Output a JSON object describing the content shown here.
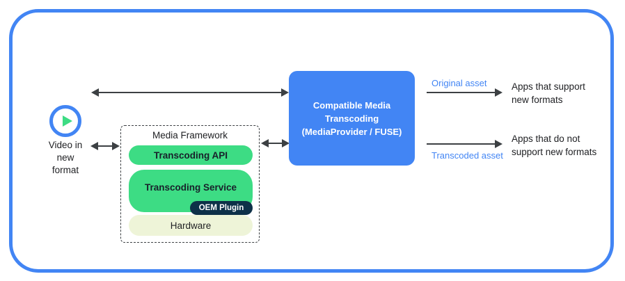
{
  "diagram": {
    "frame": {
      "border_color": "#4285f4"
    },
    "source": {
      "icon": "play-circle-icon",
      "label_line1": "Video in",
      "label_line2": "new",
      "label_line3": "format"
    },
    "media_framework": {
      "title": "Media Framework",
      "items": [
        {
          "label": "Transcoding API",
          "color": "#3ddc84"
        },
        {
          "label": "Transcoding Service",
          "color": "#3ddc84"
        },
        {
          "label": "Hardware",
          "color": "#eef4d8"
        }
      ],
      "badge": {
        "label": "OEM Plugin",
        "color": "#0d3048"
      }
    },
    "center_box": {
      "line1": "Compatible Media",
      "line2": "Transcoding",
      "line3": "(MediaProvider / FUSE)",
      "color": "#4285f4"
    },
    "outputs": [
      {
        "asset_label": "Original asset",
        "target_line1": "Apps that support",
        "target_line2": "new formats"
      },
      {
        "asset_label": "Transcoded asset",
        "target_line1": "Apps that do not",
        "target_line2": "support new formats"
      }
    ]
  }
}
